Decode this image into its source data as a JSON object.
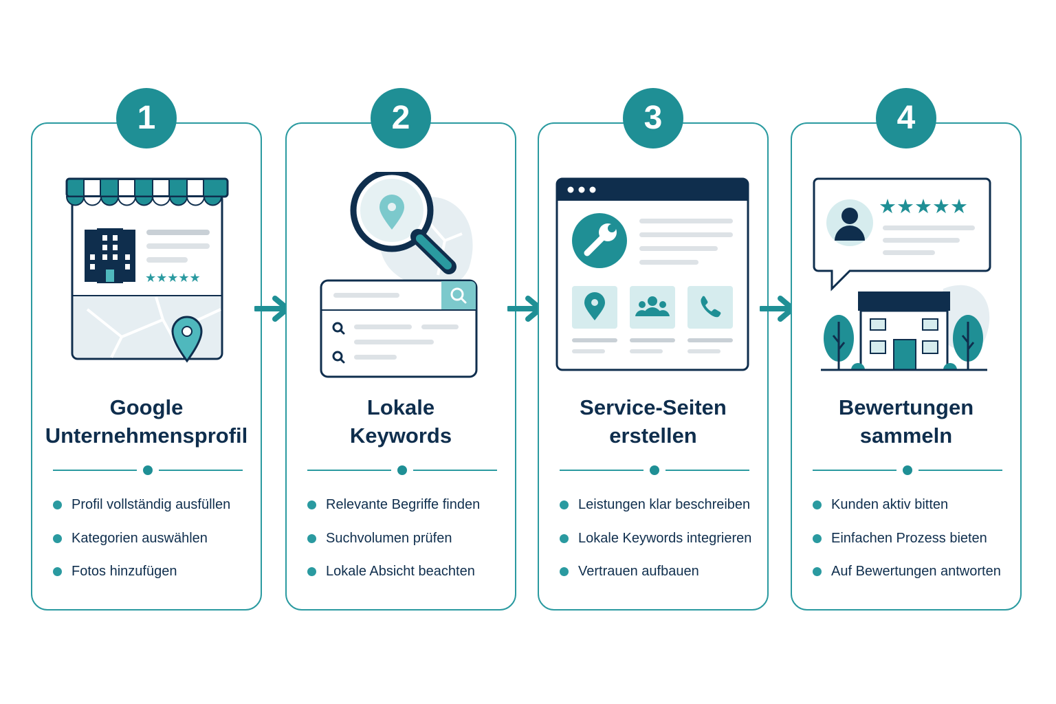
{
  "colors": {
    "teal": "#1f8f95",
    "teal_light": "#2a9aa0",
    "navy": "#0f2e4d",
    "mist": "#e6f1f3"
  },
  "steps": [
    {
      "number": "1",
      "title_line1": "Google",
      "title_line2": "Unternehmensprofil",
      "illustration": "storefront-with-map-pin-icon",
      "bullets": [
        "Profil vollständig ausfüllen",
        "Kategorien auswählen",
        "Fotos hinzufügen"
      ]
    },
    {
      "number": "2",
      "title_line1": "Lokale",
      "title_line2": "Keywords",
      "illustration": "magnifier-search-box-icon",
      "bullets": [
        "Relevante Begriffe finden",
        "Suchvolumen prüfen",
        "Lokale Absicht beachten"
      ]
    },
    {
      "number": "3",
      "title_line1": "Service-Seiten",
      "title_line2": "erstellen",
      "illustration": "website-service-page-icon",
      "bullets": [
        "Leistungen klar beschreiben",
        "Lokale Keywords integrieren",
        "Vertrauen aufbauen"
      ]
    },
    {
      "number": "4",
      "title_line1": "Bewertungen",
      "title_line2": "sammeln",
      "illustration": "review-bubble-house-icon",
      "bullets": [
        "Kunden aktiv bitten",
        "Einfachen Prozess bieten",
        "Auf Bewertungen antworten"
      ]
    }
  ],
  "connector_icon": "arrow-right-icon"
}
